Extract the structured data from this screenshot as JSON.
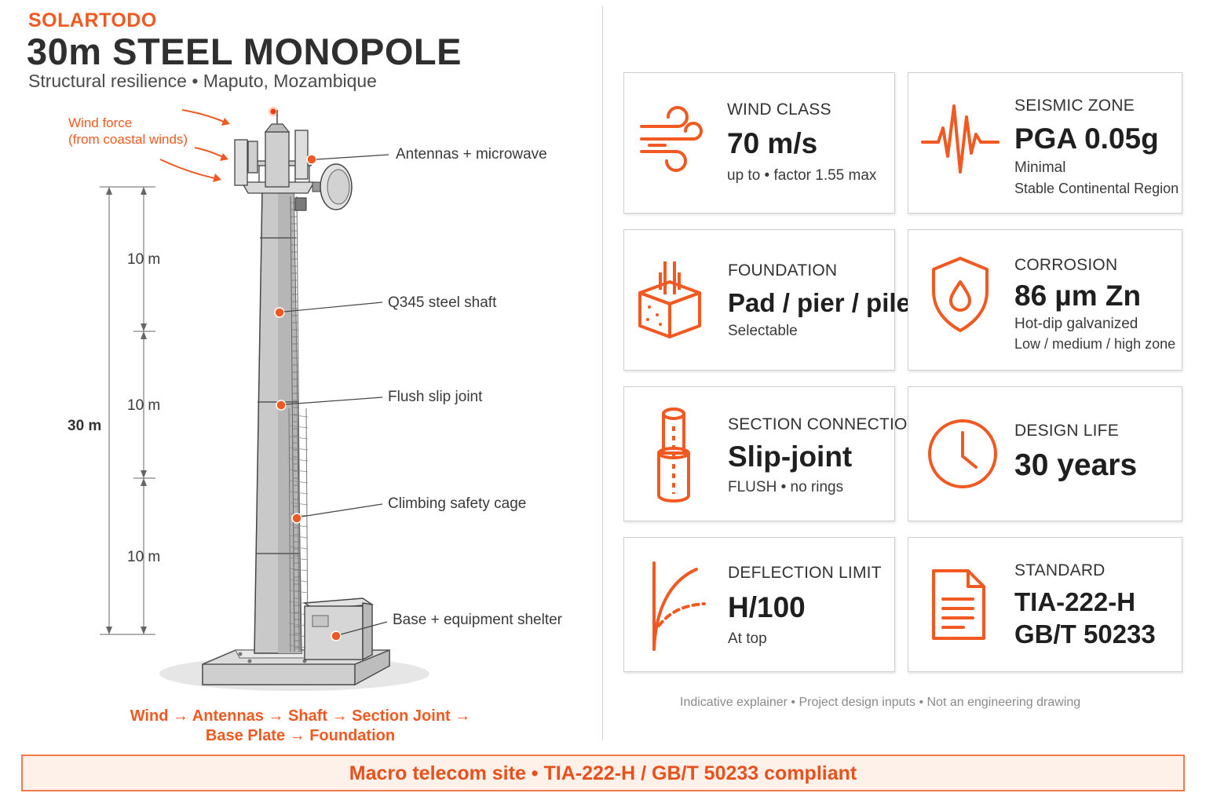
{
  "header": {
    "brand": "SOLARTODO",
    "title": "30m STEEL MONOPOLE",
    "subtitle": "Structural resilience • Maputo, Mozambique"
  },
  "illustration": {
    "wind_note_line1": "Wind force",
    "wind_note_line2": "(from coastal winds)",
    "callouts": {
      "antennas": "Antennas + microwave",
      "shaft": "Q345 steel shaft",
      "slip_joint": "Flush slip joint",
      "cage": "Climbing safety cage",
      "shelter": "Base + equipment shelter"
    },
    "dimensions": {
      "section_top": "10 m",
      "section_mid": "10 m",
      "section_bottom": "10 m",
      "total": "30 m"
    },
    "flow_line1": "Wind → Antennas → Shaft → Section Joint →",
    "flow_line2": "Base Plate → Foundation"
  },
  "cards": {
    "wind": {
      "label": "WIND CLASS",
      "value": "70 m/s",
      "sub": "up to • factor 1.55 max",
      "icon": "wind-icon"
    },
    "seismic": {
      "label": "SEISMIC ZONE",
      "value": "PGA 0.05g",
      "sub": "Minimal",
      "sub2": "Stable Continental Region",
      "icon": "seismic-wave-icon"
    },
    "foundation": {
      "label": "FOUNDATION",
      "value": "Pad / pier / pile",
      "sub": "Selectable",
      "icon": "foundation-block-icon"
    },
    "corrosion": {
      "label": "CORROSION",
      "value": "86 µm Zn",
      "sub": "Hot-dip galvanized",
      "sub2": "Low / medium / high zone",
      "icon": "shield-drop-icon"
    },
    "section": {
      "label": "SECTION CONNECTION",
      "value": "Slip-joint",
      "sub": "FLUSH • no rings",
      "icon": "slip-joint-icon"
    },
    "design_life": {
      "label": "DESIGN LIFE",
      "value": "30 years",
      "icon": "clock-icon"
    },
    "deflection": {
      "label": "DEFLECTION LIMIT",
      "value": "H/100",
      "sub": "At top",
      "icon": "deflection-curve-icon"
    },
    "standard": {
      "label": "STANDARD",
      "value": "TIA-222-H",
      "value2": "GB/T 50233",
      "icon": "document-icon"
    }
  },
  "footnote": "Indicative explainer • Project design inputs • Not an engineering drawing",
  "banner": "Macro telecom site • TIA-222-H / GB/T 50233 compliant",
  "colors": {
    "accent": "#f05a22",
    "banner_bg": "#fdf1ea",
    "text": "#2b2b2b"
  }
}
